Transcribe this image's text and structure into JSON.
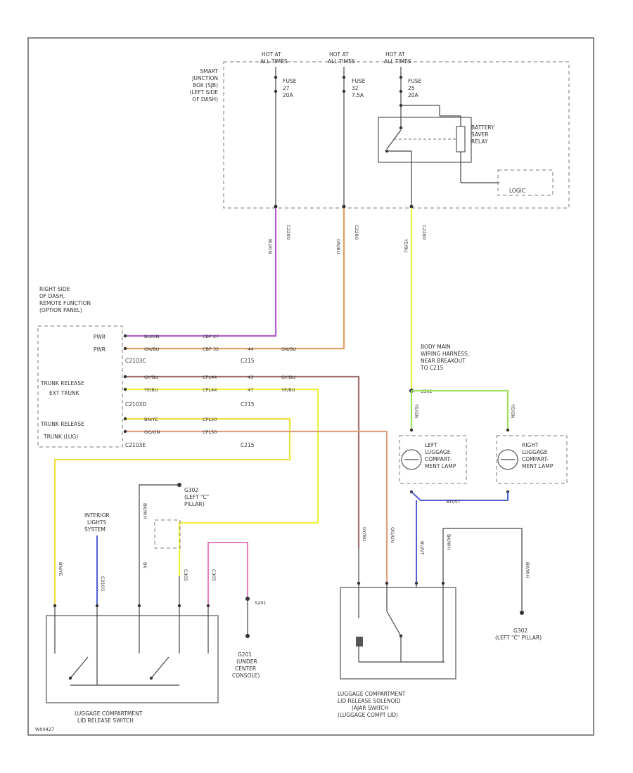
{
  "colors": {
    "purple": "#b060c8",
    "orange": "#e0a060",
    "yellow": "#f0f040",
    "green": "#a0e060",
    "brown": "#a07070",
    "blue": "#5060d0",
    "black": "#444444",
    "pink": "#e080c0"
  },
  "top_feeds": [
    {
      "hot": "HOT AT",
      "cond": "ALL TIMES"
    },
    {
      "hot": "HOT AT",
      "cond": "ALL TIMES"
    },
    {
      "hot": "HOT AT",
      "cond": "ALL TIMES"
    }
  ],
  "sjb_label": [
    "SMART",
    "JUNCTION",
    "BOX (SJB)",
    "(LEFT SIDE",
    "OF DASH)"
  ],
  "fuses": [
    {
      "name": "FUSE",
      "num": "27",
      "amp": "20A"
    },
    {
      "name": "FUSE",
      "num": "32",
      "amp": "7.5A"
    },
    {
      "name": "FUSE",
      "num": "25",
      "amp": "20A"
    }
  ],
  "relay_label": [
    "BATTERY",
    "SAVER",
    "RELAY"
  ],
  "logic_label": "LOGIC",
  "sjb_connectors": [
    "C2280",
    "C2280",
    "C2280"
  ],
  "top_wire_labels": [
    "BU/GN",
    "GN/BU",
    "YE/BU"
  ],
  "rrf_label": [
    "RIGHT SIDE",
    "OF DASH,",
    "REMOTE FUNCTION",
    "(OPTION PANEL)"
  ],
  "conn_rows": [
    {
      "left": "PWR",
      "wire": "BU/GN",
      "circ": "CBP 27",
      "pin": "",
      "out": ""
    },
    {
      "left": "PWR",
      "wire": "GN/BU",
      "circ": "CBP 32",
      "pin": "44",
      "out": "GN/BU"
    },
    {
      "left": "",
      "wire": "GY/BU",
      "circ": "CPL44",
      "pin": "43",
      "out": "GY/BU"
    },
    {
      "left": "",
      "wire": "YE/BU",
      "circ": "CPL44",
      "pin": "47",
      "out": "YE/BU"
    },
    {
      "left": "",
      "wire": "BN/YE",
      "circ": "CPL50",
      "pin": "",
      "out": ""
    },
    {
      "left": "",
      "wire": "OG/GN",
      "circ": "CPL50",
      "pin": "",
      "out": ""
    }
  ],
  "conn_ids": [
    {
      "a": "C2103C",
      "b": "C215"
    },
    {
      "a": "C2103D",
      "b": "C215"
    },
    {
      "a": "C2103E",
      "b": "C215"
    }
  ],
  "side_labels": [
    "TRUNK RELEASE",
    "EXT TRUNK",
    "TRUNK RELEASE",
    "TRUNK (LUG)"
  ],
  "body_harness": [
    "BODY MAIN",
    "WIRING HARNESS,",
    "NEAR BREAKOUT",
    "TO C215"
  ],
  "splice_label": "S302",
  "lamp_left": [
    "LEFT",
    "LUGGAGE",
    "COMPART-",
    "MENT LAMP"
  ],
  "lamp_right": [
    "RIGHT",
    "LUGGAGE",
    "COMPART-",
    "MENT LAMP"
  ],
  "lamp_wire_labels": [
    "YE/GN",
    "YE/GN",
    "BU/VT"
  ],
  "g_ground_top": [
    "G302",
    "(LEFT \"C\"",
    "PILLAR)"
  ],
  "isw_label": [
    "INTERIOR",
    "LIGHTS",
    "SYSTEM"
  ],
  "lcsw_wire_labels": [
    "BN/YE",
    "C2105",
    "BK",
    "BK/WH",
    "C305",
    "C305"
  ],
  "lcsw_label": [
    "LUGGAGE COMPARTMENT",
    "LID RELEASE SWITCH"
  ],
  "g_console": [
    "G201",
    "(UNDER",
    "CENTER",
    "CONSOLE)"
  ],
  "g_console_node": "S201",
  "sol_wire_labels": [
    "GY/BU",
    "OG/GN",
    "BU/VT",
    "BK/WH",
    "BK/WH"
  ],
  "sol_label": [
    "LUGGAGE COMPARTMENT",
    "LID RELEASE SOLENOID",
    "(AJAR SWITCH",
    "(LUGGAGE COMPT LID)"
  ],
  "g_right": [
    "G302",
    "(LEFT \"C\" PILLAR)"
  ],
  "footer_code": "W00427"
}
